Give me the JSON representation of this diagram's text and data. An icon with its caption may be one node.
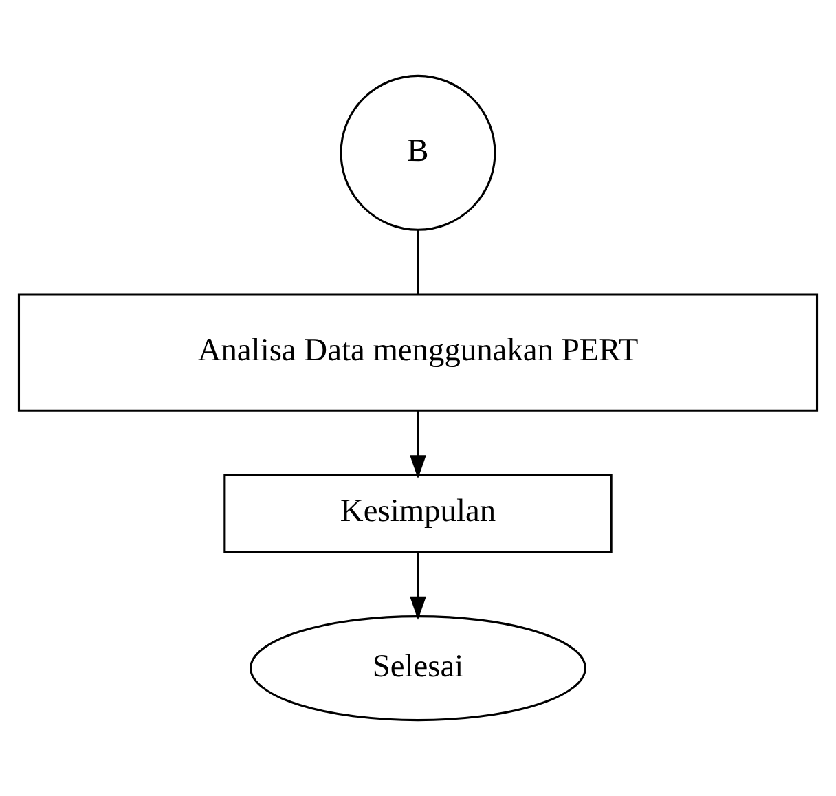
{
  "diagram": {
    "nodes": [
      {
        "text": [
          "B"
        ]
      },
      {
        "text": [
          "Analisa Data menggunakan PERT"
        ]
      },
      {
        "text": [
          "Kesimpulan"
        ]
      },
      {
        "text": [
          "Selesai"
        ]
      }
    ],
    "edges": [
      {
        "from": 0,
        "to": 1,
        "arrow": "none"
      },
      {
        "from": 1,
        "to": 2,
        "arrow": "to"
      },
      {
        "from": 2,
        "to": 3,
        "arrow": "to"
      }
    ]
  }
}
